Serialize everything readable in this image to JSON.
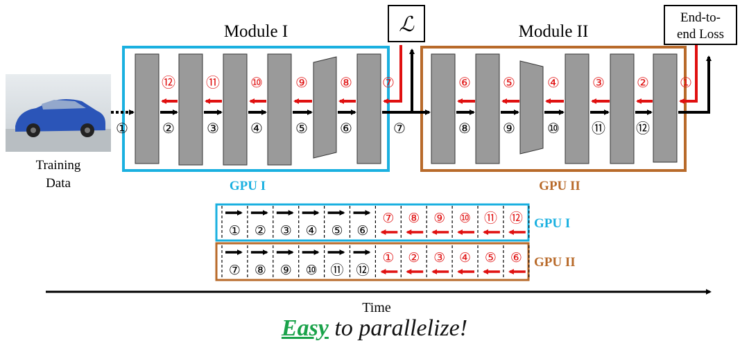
{
  "modules": [
    {
      "title": "Module I",
      "gpu_label": "GPU I",
      "color": "#1ab0e0"
    },
    {
      "title": "Module II",
      "gpu_label": "GPU II",
      "color": "#b86a2a"
    }
  ],
  "training_data_label": [
    "Training",
    "Data"
  ],
  "loss_symbol": "ℒ",
  "end_loss_label": [
    "End-to-",
    "end Loss"
  ],
  "time_label": "Time",
  "footer": {
    "emph": "Easy",
    "rest": " to parallelize!"
  },
  "colors": {
    "forward": "#000000",
    "backward": "#e01010",
    "layer_fill": "#9a9a9a"
  },
  "forward_steps": [
    "①",
    "②",
    "③",
    "④",
    "⑤",
    "⑥",
    "⑦",
    "⑧",
    "⑨",
    "⑩",
    "⑪",
    "⑫"
  ],
  "backward_steps": [
    "⑫",
    "⑪",
    "⑩",
    "⑨",
    "⑧",
    "⑦",
    "⑥",
    "⑤",
    "④",
    "③",
    "②",
    "①"
  ],
  "schedule": {
    "gpu1": {
      "label": "GPU I",
      "forward": [
        "①",
        "②",
        "③",
        "④",
        "⑤",
        "⑥"
      ],
      "backward": [
        "⑦",
        "⑧",
        "⑨",
        "⑩",
        "⑪",
        "⑫"
      ]
    },
    "gpu2": {
      "label": "GPU II",
      "forward": [
        "⑦",
        "⑧",
        "⑨",
        "⑩",
        "⑪",
        "⑫"
      ],
      "backward": [
        "①",
        "②",
        "③",
        "④",
        "⑤",
        "⑥"
      ]
    }
  }
}
